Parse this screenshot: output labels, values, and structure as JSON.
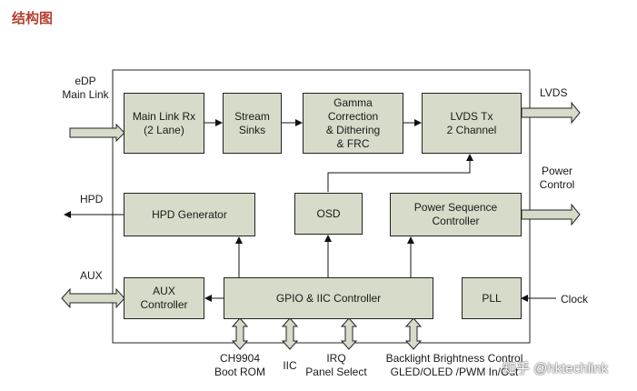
{
  "heading": "结构图",
  "blocks": {
    "main_link_rx": "Main Link Rx\n(2 Lane)",
    "stream_sinks": "Stream\nSinks",
    "gamma": "Gamma\nCorrection\n& Dithering\n& FRC",
    "lvds_tx": "LVDS Tx\n2 Channel",
    "hpd_generator": "HPD Generator",
    "osd": "OSD",
    "power_sequence": "Power Sequence\nController",
    "aux_controller": "AUX\nController",
    "gpio_iic": "GPIO & IIC Controller",
    "pll": "PLL"
  },
  "labels": {
    "edp": "eDP\nMain Link",
    "hpd": "HPD",
    "aux": "AUX",
    "lvds": "LVDS",
    "power_control": "Power\nControl",
    "clock": "Clock",
    "ch9904": "CH9904\nBoot ROM",
    "iic": "IIC",
    "irq": "IRQ\nPanel Select",
    "backlight": "Backlight Brightness Control\nGLED/OLED /PWM In/Out"
  },
  "watermark": "知乎 @hktechlink"
}
